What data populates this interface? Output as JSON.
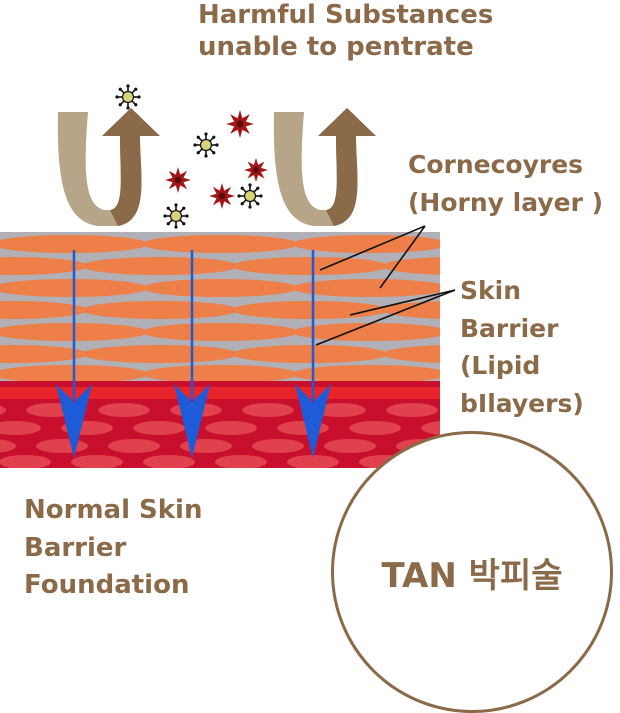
{
  "title_lines": [
    "Harmful Substances",
    "unable to pentrate"
  ],
  "corneocytes_lines": [
    "Cornecoyres",
    "(Horny layer )"
  ],
  "skin_barrier_lines": [
    "Skin",
    "Barrier",
    "(Lipid",
    "bIlayers)"
  ],
  "foundation_lines": [
    "Normal Skin",
    "Barrier",
    "Foundation"
  ],
  "badge_text": "TAN 박피술",
  "colors": {
    "text": "#8a6a48",
    "arrow_light": "#b7a58a",
    "arrow_dark": "#8a6a48",
    "cell": "#ee7f48",
    "lipid": "#b0b0b6",
    "red_line": "#e8242a",
    "dermis": "#c8102e",
    "dermis_cell": "#e0414c",
    "blue_arrow": "#1e5bd8",
    "particle_yellow": "#d9d37a",
    "particle_red": "#a01818"
  }
}
